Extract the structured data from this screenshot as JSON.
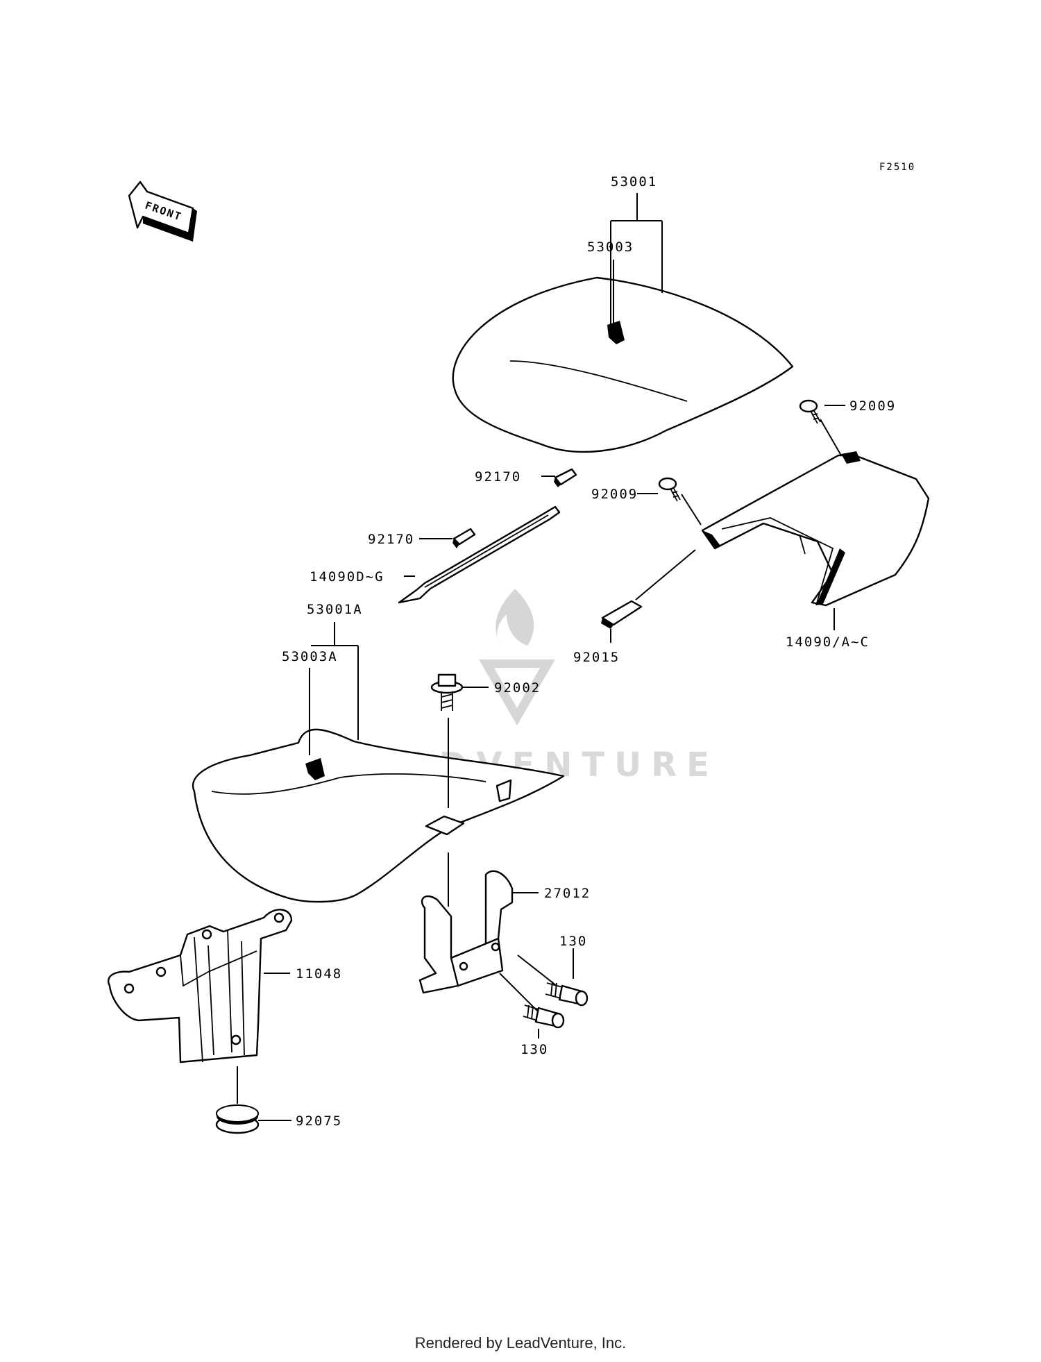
{
  "figure_code": "F2510",
  "front_arrow_text": "FRONT",
  "watermark_text": "LEADVENTURE",
  "footer": "Rendered by LeadVenture, Inc.",
  "callouts": {
    "c53001": "53001",
    "c53003": "53003",
    "c92009a": "92009",
    "c92170a": "92170",
    "c92009b": "92009",
    "c92170b": "92170",
    "c14090dg": "14090D~G",
    "c53001a": "53001A",
    "c92015": "92015",
    "c14090ac": "14090/A~C",
    "c53003a": "53003A",
    "c92002": "92002",
    "c27012": "27012",
    "c130a": "130",
    "c11048": "11048",
    "c130b": "130",
    "c92075": "92075"
  }
}
